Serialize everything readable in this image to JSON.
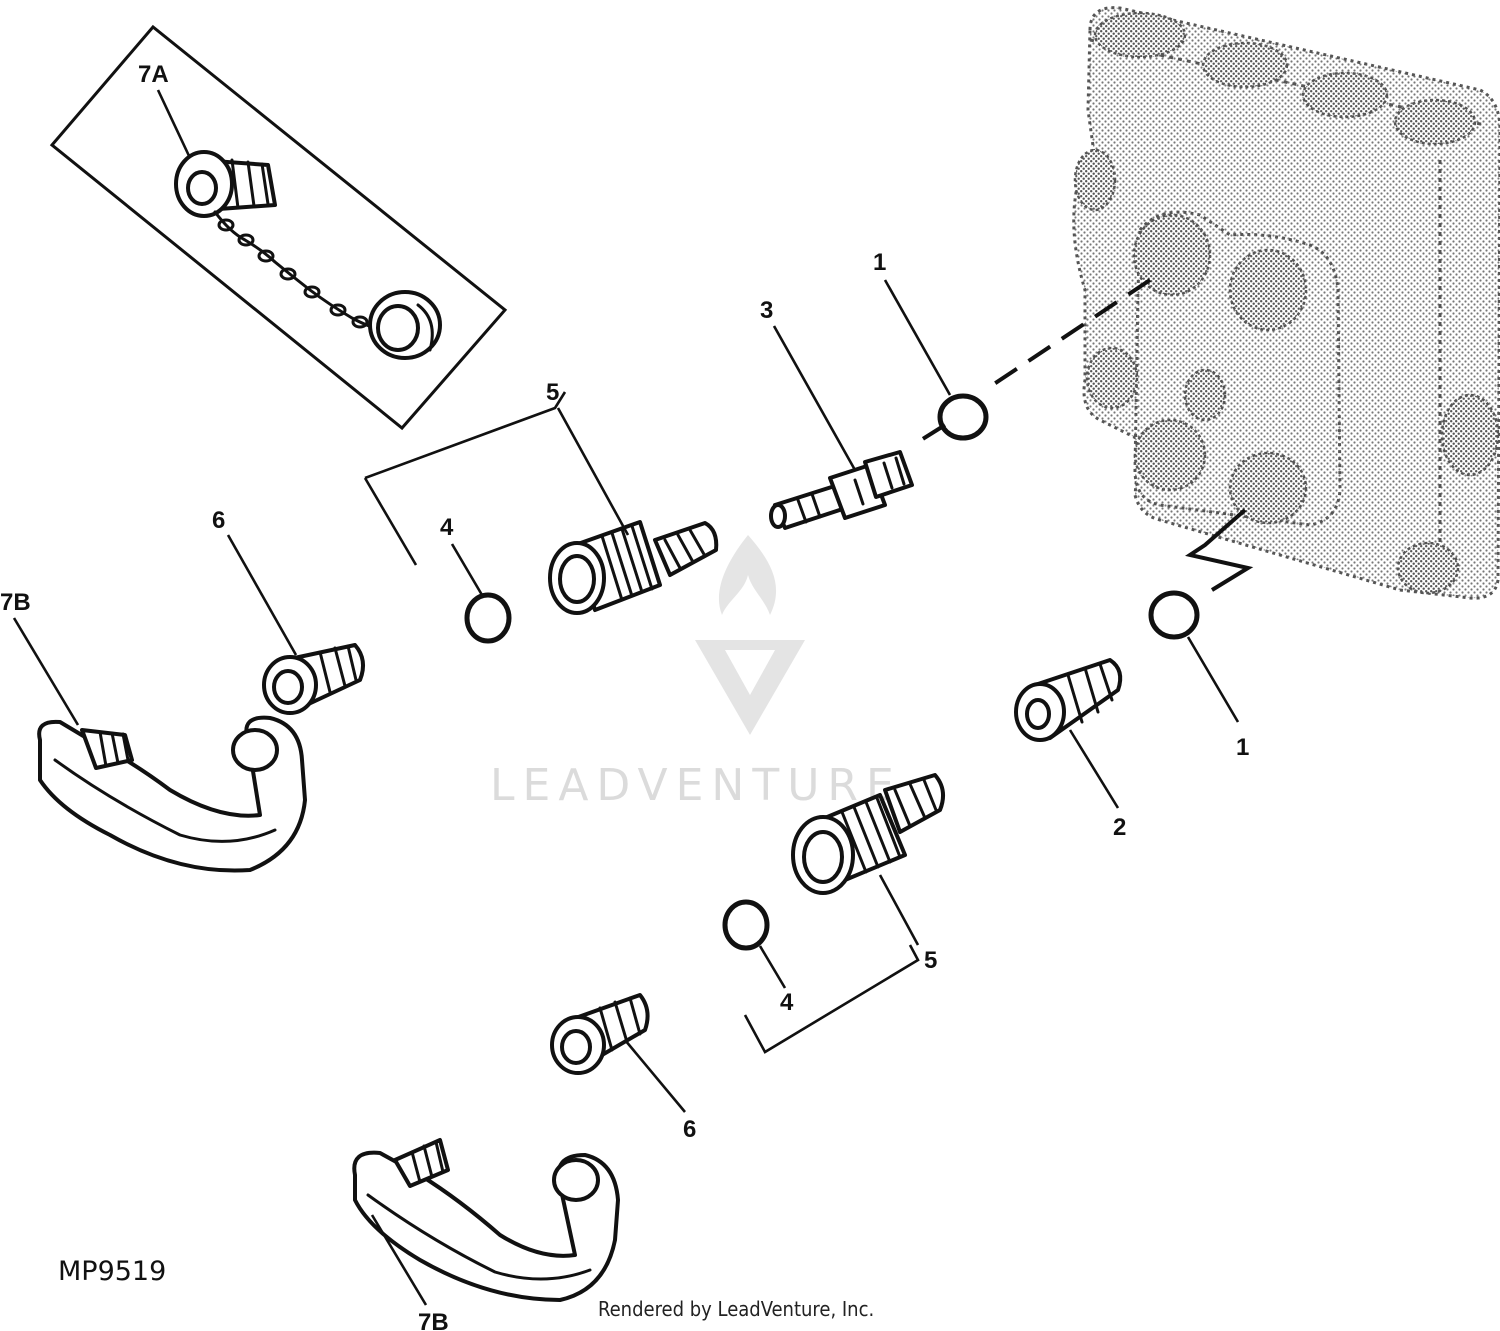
{
  "diagram": {
    "labels": {
      "l7a": "7A",
      "l7b_top": "7B",
      "l7b_bottom": "7B",
      "l1_top": "1",
      "l1_right": "1",
      "l2": "2",
      "l3": "3",
      "l4_top": "4",
      "l4_bottom": "4",
      "l5_top": "5",
      "l5_bottom": "5",
      "l6_top": "6",
      "l6_bottom": "6"
    },
    "figure_code": "MP9519",
    "credit": "Rendered by LeadVenture, Inc.",
    "watermark": "LEADVENTURE"
  },
  "colors": {
    "line": "#111111",
    "stipple": "#777777",
    "watermark": "#d8d8d8",
    "background": "#ffffff"
  },
  "icons": {
    "watermark_logo": "leadventure-flame-v-logo"
  }
}
